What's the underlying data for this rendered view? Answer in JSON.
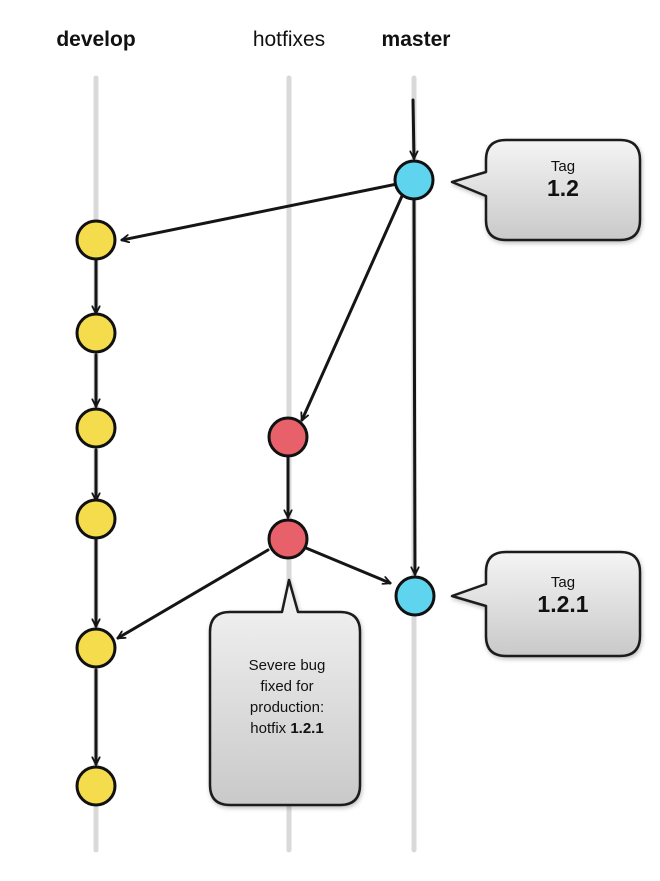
{
  "lanes": [
    {
      "id": "develop",
      "label": "develop",
      "bold": true
    },
    {
      "id": "hotfixes",
      "label": "hotfixes",
      "bold": false
    },
    {
      "id": "master",
      "label": "master",
      "bold": true
    }
  ],
  "colors": {
    "develop_commit": "#f5dc4c",
    "hotfix_commit": "#e8606a",
    "master_commit": "#5fd4ef",
    "lane_line": "#d9d9d9",
    "arrow": "#151515",
    "callout_fill": "#e2e2e2",
    "callout_stroke": "#1a1a1a"
  },
  "commits": [
    {
      "lane": "master",
      "kind": "master_commit"
    },
    {
      "lane": "develop",
      "kind": "develop_commit"
    },
    {
      "lane": "develop",
      "kind": "develop_commit"
    },
    {
      "lane": "develop",
      "kind": "develop_commit"
    },
    {
      "lane": "develop",
      "kind": "develop_commit"
    },
    {
      "lane": "hotfixes",
      "kind": "hotfix_commit"
    },
    {
      "lane": "hotfixes",
      "kind": "hotfix_commit"
    },
    {
      "lane": "master",
      "kind": "master_commit"
    },
    {
      "lane": "develop",
      "kind": "develop_commit"
    },
    {
      "lane": "develop",
      "kind": "develop_commit"
    }
  ],
  "tags": [
    {
      "caption": "Tag",
      "version": "1.2"
    },
    {
      "caption": "Tag",
      "version": "1.2.1"
    }
  ],
  "note": {
    "line1": "Severe bug",
    "line2": "fixed for",
    "line3": "production:",
    "line4_prefix": "hotfix ",
    "line4_version": "1.2.1"
  }
}
